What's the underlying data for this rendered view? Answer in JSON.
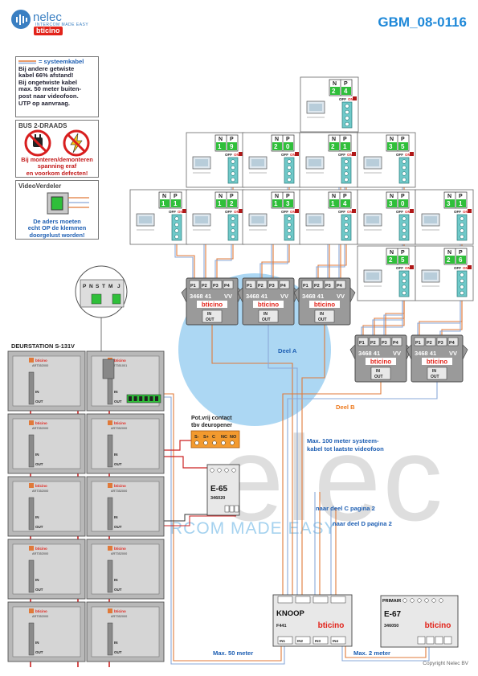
{
  "header": {
    "brand_name": "nelec",
    "brand_tagline": "INTERCOM MADE EASY",
    "brand_sub": "bticino",
    "doc_code": "GBM_08-0116"
  },
  "notes": {
    "systeemkabel_title": "= systeemkabel",
    "systeemkabel_lines": [
      "Bij andere getwiste",
      "kabel 66% afstand!",
      "Bij ongetwiste kabel",
      "max. 50 meter buiten-",
      "post naar videofoon.",
      "UTP op aanvraag."
    ],
    "bus_title": "BUS 2-DRAADS",
    "bus_warning_lines": [
      "Bij monteren/demonteren",
      "spanning eraf",
      "en voorkom defecten!"
    ],
    "verdeler_title": "VideoVerdeler",
    "verdeler_warning_lines": [
      "De aders moeten",
      "echt OP de klemmen",
      "doorgelust worden!"
    ]
  },
  "deurstation": {
    "title": "DEURSTATION S-131V",
    "module_code_left": "ART352000",
    "module_code_right": "ART351001",
    "port_in": "IN",
    "port_out": "OUT"
  },
  "terminal_zoom": {
    "labels": [
      "P",
      "N",
      "S",
      "T",
      "M"
    ],
    "jumper": "J"
  },
  "phones": [
    {
      "n": "2",
      "p": "4"
    },
    {
      "n": "1",
      "p": "9"
    },
    {
      "n": "2",
      "p": "0"
    },
    {
      "n": "2",
      "p": "1"
    },
    {
      "n": "3",
      "p": "5"
    },
    {
      "n": "1",
      "p": "1"
    },
    {
      "n": "1",
      "p": "2"
    },
    {
      "n": "1",
      "p": "3"
    },
    {
      "n": "1",
      "p": "4"
    },
    {
      "n": "3",
      "p": "0"
    },
    {
      "n": "3",
      "p": "1"
    },
    {
      "n": "2",
      "p": "5"
    },
    {
      "n": "2",
      "p": "6"
    }
  ],
  "phone_labels": {
    "n": "N",
    "p": "P",
    "off": "OFF",
    "on": "ON"
  },
  "distributors": {
    "code": "3468 41",
    "vv": "VV",
    "ports": [
      "P1",
      "P2",
      "P3",
      "P4"
    ],
    "brand": "bticino",
    "in": "IN",
    "out": "OUT"
  },
  "labels": {
    "deel_a": "Deel A",
    "deel_b": "Deel B",
    "max100_line1": "Max. 100 meter systeem-",
    "max100_line2": "kabel tot laatste videofoon",
    "naar_c": "naar deel C pagina 2",
    "naar_d": "naar deel D pagina 2",
    "max50": "Max. 50 meter",
    "max2": "Max. 2 meter",
    "potvrij_line1": "Pot.vrij contact",
    "potvrij_line2": "tbv deuropener",
    "relay_terminals": [
      "S-",
      "S+",
      "C",
      "NC",
      "NO"
    ]
  },
  "e65": {
    "name": "E-65",
    "code": "346020"
  },
  "knoop": {
    "name": "KNOOP",
    "code": "F441",
    "brand": "bticino",
    "ins": [
      "IN1",
      "IN2",
      "IN3",
      "IN4"
    ]
  },
  "e67": {
    "tag": "PRIMAIR",
    "name": "E-67",
    "code": "346050",
    "brand": "bticino"
  },
  "footer": {
    "copyright": "Copyright Nelec BV"
  },
  "watermark": {
    "text": "elec",
    "slogan": "RCOM MADE EASY"
  },
  "colors": {
    "accent_blue": "#1e88d8",
    "cable_orange": "#e07a3a",
    "bticino_red": "#e2231a",
    "terminal_green": "#2fbf3a"
  }
}
